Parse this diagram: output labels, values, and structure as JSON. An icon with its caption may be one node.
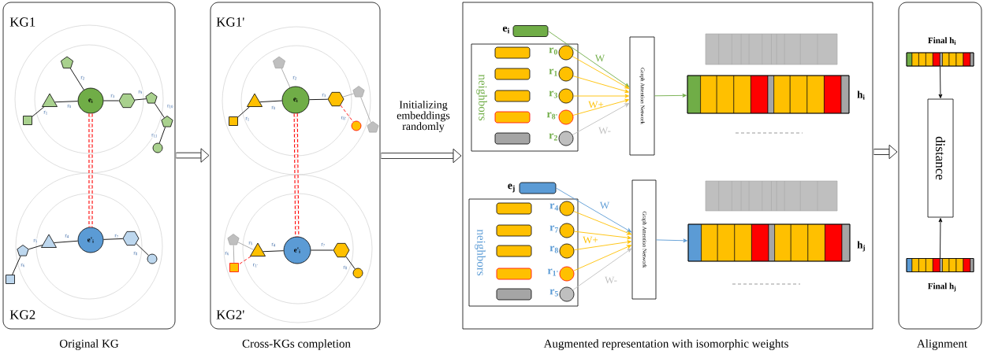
{
  "diagram": {
    "nodes": [
      {
        "text": [
          "KG1",
          "KG2"
        ],
        "beside": [
          "Original KG"
        ]
      },
      {
        "text": [
          "e$_{i}$"
        ],
        "in": 0
      },
      {
        "text": [],
        "shape": "triangle",
        "in": 0
      },
      {
        "text": [],
        "shape": "box",
        "in": 0
      },
      {
        "text": [],
        "shape": "pentagon",
        "in": 0
      },
      {
        "text": [],
        "shape": "hexagon",
        "in": 0
      },
      {
        "text": [],
        "shape": "pentagon",
        "in": 0
      },
      {
        "text": [],
        "shape": "pentagon",
        "in": 0
      },
      {
        "text": [],
        "shape": "circle",
        "in": 0
      },
      {
        "text": [
          "e'$_{i}$"
        ],
        "in": 0
      },
      {
        "text": [],
        "shape": "triangle",
        "in": 0
      },
      {
        "text": [],
        "shape": "pentagon",
        "in": 0
      },
      {
        "text": [],
        "shape": "box",
        "in": 0
      },
      {
        "text": [],
        "shape": "hexagon",
        "in": 0
      },
      {
        "text": [],
        "shape": "circle",
        "in": 0
      },
      {
        "text": [
          "KG1'",
          "KG2'"
        ],
        "beside": [
          "Cross-KGs completion"
        ]
      },
      {
        "text": [
          "e$_{i}$"
        ],
        "in": 15
      },
      {
        "text": [],
        "shape": "triangle",
        "in": 15
      },
      {
        "text": [],
        "shape": "box",
        "in": 15
      },
      {
        "text": [],
        "shape": "pentagon",
        "in": 15
      },
      {
        "text": [],
        "shape": "hexagon",
        "in": 15
      },
      {
        "text": [],
        "shape": "pentagon",
        "in": 15
      },
      {
        "text": [],
        "shape": "pentagon",
        "in": 15
      },
      {
        "text": [],
        "shape": "circle",
        "in": 15
      },
      {
        "text": [
          "e'$_{i}$"
        ],
        "in": 15
      },
      {
        "text": [],
        "shape": "triangle",
        "in": 15
      },
      {
        "text": [],
        "shape": "pentagon",
        "in": 15
      },
      {
        "text": [],
        "shape": "box",
        "in": 15
      },
      {
        "text": [],
        "shape": "hexagon",
        "in": 15
      },
      {
        "text": [],
        "shape": "circle",
        "in": 15
      },
      {
        "text": [],
        "shape": "box",
        "beside": [
          "Augmented representation with isomorphic weights"
        ]
      },
      {
        "text": [
          "e$_{i}$"
        ],
        "in": 30
      },
      {
        "text": [
          "neighbors"
        ],
        "in": 30
      },
      {
        "text": [],
        "shape": "bar",
        "in": 32
      },
      {
        "text": [],
        "shape": "bar",
        "in": 32
      },
      {
        "text": [],
        "shape": "bar",
        "in": 32
      },
      {
        "text": [],
        "shape": "bar",
        "in": 32
      },
      {
        "text": [],
        "shape": "bar",
        "in": 32
      },
      {
        "text": [
          "r$_{0}$"
        ],
        "in": 32
      },
      {
        "text": [
          "r$_{1}$"
        ],
        "in": 32
      },
      {
        "text": [
          "r$_{3}$"
        ],
        "in": 32
      },
      {
        "text": [
          "r$_{8'}$"
        ],
        "in": 32
      },
      {
        "text": [
          "r$_{2}$"
        ],
        "in": 32
      },
      {
        "text": [
          "Graph Attention Network"
        ],
        "in": 30
      },
      {
        "text": [
          "h$_{i}$"
        ],
        "in": 30
      },
      {
        "text": [
          "e$_{j}$"
        ],
        "in": 30
      },
      {
        "text": [
          "neighbors"
        ],
        "in": 30
      },
      {
        "text": [],
        "shape": "bar",
        "in": 46
      },
      {
        "text": [],
        "shape": "bar",
        "in": 46
      },
      {
        "text": [],
        "shape": "bar",
        "in": 46
      },
      {
        "text": [],
        "shape": "bar",
        "in": 46
      },
      {
        "text": [],
        "shape": "bar",
        "in": 46
      },
      {
        "text": [
          "r$_{4}$"
        ],
        "in": 46
      },
      {
        "text": [
          "r$_{7}$"
        ],
        "in": 46
      },
      {
        "text": [
          "r$_{8}$"
        ],
        "in": 46
      },
      {
        "text": [
          "r$_{1'}$"
        ],
        "in": 46
      },
      {
        "text": [
          "r$_{5}$"
        ],
        "in": 46
      },
      {
        "text": [
          "Graph Attention Network"
        ],
        "in": 30
      },
      {
        "text": [
          "h$_{j}$"
        ],
        "in": 30
      },
      {
        "text": [],
        "shape": "box",
        "beside": [
          "Alignment"
        ]
      },
      {
        "text": [
          "Final h$_{i}$"
        ],
        "in": 59
      },
      {
        "text": [
          "distance"
        ],
        "in": 59
      },
      {
        "text": [
          "Final h$_{j}$"
        ],
        "in": 59
      }
    ],
    "edges": [
      {
        "from": 1,
        "to": 2,
        "arrow": "none",
        "label": "r$_{0}$"
      },
      {
        "from": 2,
        "to": 3,
        "arrow": "none",
        "label": "r$_{1}$"
      },
      {
        "from": 1,
        "to": 4,
        "arrow": "none",
        "label": "r$_{2}$"
      },
      {
        "from": 1,
        "to": 5,
        "arrow": "none",
        "label": "r$_{3}$"
      },
      {
        "from": 5,
        "to": 6,
        "arrow": "none",
        "label": "r$_{9}$"
      },
      {
        "from": 6,
        "to": 7,
        "arrow": "none",
        "label": "r$_{10}$"
      },
      {
        "from": 7,
        "to": 8,
        "arrow": "none",
        "label": "r$_{11}$"
      },
      {
        "from": 1,
        "to": 9,
        "arrow": "none",
        "style": "dashed",
        "color": "#ff0000"
      },
      {
        "from": 9,
        "to": 10,
        "arrow": "none",
        "label": "r$_{4}$"
      },
      {
        "from": 10,
        "to": 11,
        "arrow": "none",
        "label": "r$_{5}$"
      },
      {
        "from": 11,
        "to": 12,
        "arrow": "none",
        "label": "r$_{6}$"
      },
      {
        "from": 9,
        "to": 13,
        "arrow": "none",
        "label": "r$_{7}$"
      },
      {
        "from": 13,
        "to": 14,
        "arrow": "none",
        "label": "r$_{8}$"
      },
      {
        "from": 16,
        "to": 17,
        "arrow": "none",
        "label": "r$_{0}$"
      },
      {
        "from": 17,
        "to": 18,
        "arrow": "none",
        "label": "r$_{1}$"
      },
      {
        "from": 16,
        "to": 19,
        "arrow": "none",
        "label": "r$_{2}$",
        "color": "#a6a6a6"
      },
      {
        "from": 16,
        "to": 20,
        "arrow": "none",
        "label": "r$_{3}$"
      },
      {
        "from": 20,
        "to": 21,
        "arrow": "none",
        "color": "#a6a6a6"
      },
      {
        "from": 21,
        "to": 22,
        "arrow": "none",
        "color": "#a6a6a6"
      },
      {
        "from": 20,
        "to": 23,
        "arrow": "none",
        "label": "r$_{8'}$",
        "style": "dashed",
        "color": "#ff0000"
      },
      {
        "from": 16,
        "to": 24,
        "arrow": "none",
        "style": "dashed",
        "color": "#ff0000"
      },
      {
        "from": 24,
        "to": 25,
        "arrow": "none",
        "label": "r$_{4}$"
      },
      {
        "from": 25,
        "to": 26,
        "arrow": "none",
        "label": "r$_{5}$",
        "color": "#a6a6a6"
      },
      {
        "from": 26,
        "to": 27,
        "arrow": "none",
        "label": "r$_{6}$",
        "color": "#a6a6a6"
      },
      {
        "from": 25,
        "to": 27,
        "arrow": "none",
        "label": "r$_{1'}$",
        "style": "dashed",
        "color": "#ff0000"
      },
      {
        "from": 24,
        "to": 28,
        "arrow": "none",
        "label": "r$_{7}$"
      },
      {
        "from": 28,
        "to": 29,
        "arrow": "none",
        "label": "r$_{8}$"
      },
      {
        "from": 0,
        "to": 15,
        "arrow": "to",
        "style": "thick"
      },
      {
        "from": 15,
        "to": 30,
        "arrow": "to",
        "style": "thick",
        "label": "Initializing embeddings randomly"
      },
      {
        "from": 30,
        "to": 59,
        "arrow": "to",
        "style": "thick"
      },
      {
        "from": 31,
        "to": 43,
        "arrow": "to",
        "label": "W",
        "color": "#70ad47"
      },
      {
        "from": 38,
        "to": 43,
        "arrow": "to",
        "color": "#ffc000"
      },
      {
        "from": 39,
        "to": 43,
        "arrow": "to",
        "color": "#ffc000"
      },
      {
        "from": 40,
        "to": 43,
        "arrow": "to",
        "label": "W+",
        "color": "#ffc000"
      },
      {
        "from": 41,
        "to": 43,
        "arrow": "to",
        "color": "#ffc000"
      },
      {
        "from": 42,
        "to": 43,
        "arrow": "to",
        "label": "W-",
        "color": "#bfbfbf"
      },
      {
        "from": 43,
        "to": 44,
        "arrow": "to",
        "color": "#70ad47"
      },
      {
        "from": 45,
        "to": 57,
        "arrow": "to",
        "label": "W",
        "color": "#5b9bd5"
      },
      {
        "from": 52,
        "to": 57,
        "arrow": "to",
        "color": "#ffc000"
      },
      {
        "from": 53,
        "to": 57,
        "arrow": "to",
        "color": "#ffc000"
      },
      {
        "from": 54,
        "to": 57,
        "arrow": "to",
        "label": "W+",
        "color": "#ffc000"
      },
      {
        "from": 55,
        "to": 57,
        "arrow": "to",
        "color": "#ffc000"
      },
      {
        "from": 56,
        "to": 57,
        "arrow": "to",
        "label": "W-",
        "color": "#bfbfbf"
      },
      {
        "from": 57,
        "to": 58,
        "arrow": "to",
        "color": "#5b9bd5"
      },
      {
        "from": 60,
        "to": 61,
        "arrow": "to"
      },
      {
        "from": 62,
        "to": 61,
        "arrow": "to"
      }
    ]
  }
}
